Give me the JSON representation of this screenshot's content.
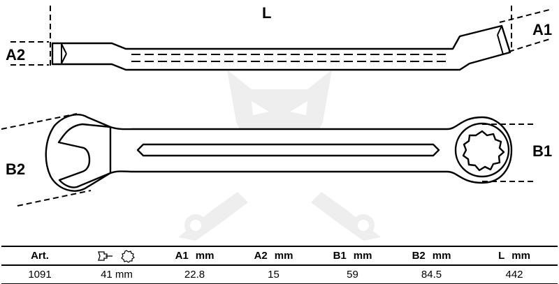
{
  "dimension_labels": {
    "l": "L",
    "a1": "A1",
    "a2": "A2",
    "b1": "B1",
    "b2": "B2"
  },
  "table": {
    "headers": [
      {
        "text": "Art.",
        "unit": ""
      },
      {
        "text": "",
        "unit": "",
        "icon": "open-end-ring-wrench-icon"
      },
      {
        "text": "A1",
        "unit": "mm"
      },
      {
        "text": "A2",
        "unit": "mm"
      },
      {
        "text": "B1",
        "unit": "mm"
      },
      {
        "text": "B2",
        "unit": "mm"
      },
      {
        "text": "L",
        "unit": "mm"
      }
    ],
    "rows": [
      [
        "1091",
        "41 mm",
        "22.8",
        "15",
        "59",
        "84.5",
        "442"
      ]
    ]
  }
}
